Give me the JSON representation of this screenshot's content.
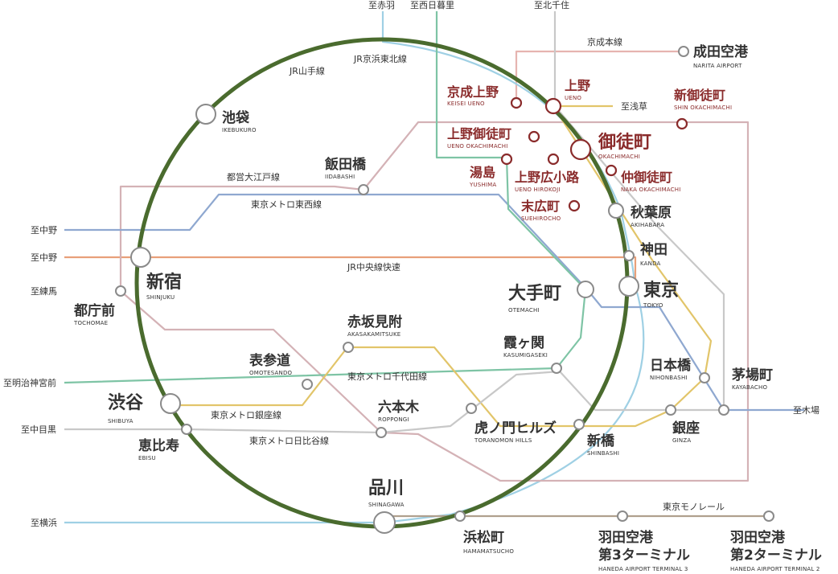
{
  "colors": {
    "yamanote": "#4a6b2e",
    "jr_keihin_tohoku": "#9fd0e4",
    "jr_chuo_rapid": "#e8a07a",
    "toei_oedo": "#d4b2b6",
    "tozai": "#8fa8d0",
    "chiyoda": "#7ec4a5",
    "ginza": "#e2c56a",
    "hibiya": "#c8c8c8",
    "monorail": "#b0a08e",
    "keisei": "#e6b4b0",
    "highlight": "#8a2b2b"
  },
  "lines": {
    "yamanote": "JR山手線",
    "keihin_tohoku": "JR京浜東北線",
    "chuo_rapid": "JR中央線快速",
    "oedo": "都営大江戸線",
    "tozai": "東京メトロ東西線",
    "chiyoda": "東京メトロ千代田線",
    "ginza": "東京メトロ銀座線",
    "hibiya": "東京メトロ日比谷線",
    "monorail": "東京モノレール",
    "keisei": "京成本線",
    "asakusa_dir": "至浅草"
  },
  "endpoints": {
    "akabane": "至赤羽",
    "nishinippori": "至西日暮里",
    "kitasenju": "至北千住",
    "nakano_tozai": "至中野",
    "nakano_chuo": "至中野",
    "nerima": "至練馬",
    "meijijingumae": "至明治神宮前",
    "nakameguro": "至中目黒",
    "yokohama": "至横浜",
    "kiba": "至木場"
  },
  "stations": {
    "ikebukuro": {
      "ja": "池袋",
      "en": "IKEBUKURO"
    },
    "iidabashi": {
      "ja": "飯田橋",
      "en": "IIDABASHI"
    },
    "shinjuku": {
      "ja": "新宿",
      "en": "SHINJUKU"
    },
    "tochomae": {
      "ja": "都庁前",
      "en": "TOCHOMAE"
    },
    "shibuya": {
      "ja": "渋谷",
      "en": "SHIBUYA"
    },
    "ebisu": {
      "ja": "恵比寿",
      "en": "EBISU"
    },
    "omotesando": {
      "ja": "表参道",
      "en": "OMOTESANDO"
    },
    "akasakamitsuke": {
      "ja": "赤坂見附",
      "en": "AKASAKAMITSUKE"
    },
    "roppongi": {
      "ja": "六本木",
      "en": "ROPPONGI"
    },
    "kasumigaseki": {
      "ja": "霞ヶ関",
      "en": "KASUMIGASEKI"
    },
    "toranomon_hills": {
      "ja": "虎ノ門ヒルズ",
      "en": "TORANOMON HILLS"
    },
    "shinbashi": {
      "ja": "新橋",
      "en": "SHINBASHI"
    },
    "ginza": {
      "ja": "銀座",
      "en": "GINZA"
    },
    "nihonbashi": {
      "ja": "日本橋",
      "en": "NIHONBASHI"
    },
    "kayabacho": {
      "ja": "茅場町",
      "en": "KAYABACHO"
    },
    "tokyo": {
      "ja": "東京",
      "en": "TOKYO"
    },
    "otemachi": {
      "ja": "大手町",
      "en": "OTEMACHI"
    },
    "kanda": {
      "ja": "神田",
      "en": "KANDA"
    },
    "akihabara": {
      "ja": "秋葉原",
      "en": "AKIHABARA"
    },
    "shinagawa": {
      "ja": "品川",
      "en": "SHINAGAWA"
    },
    "hamamatsucho": {
      "ja": "浜松町",
      "en": "HAMAMATSUCHO"
    },
    "haneda3_l1": "羽田空港",
    "haneda3_l2": "第3ターミナル",
    "haneda3_en": "HANEDA AIRPORT TERMINAL 3",
    "haneda2_l1": "羽田空港",
    "haneda2_l2": "第2ターミナル",
    "haneda2_en": "HANEDA AIRPORT TERMINAL 2",
    "narita": {
      "ja": "成田空港",
      "en": "NARITA AIRPORT"
    },
    "keisei_ueno": {
      "ja": "京成上野",
      "en": "KEISEI UENO"
    },
    "ueno": {
      "ja": "上野",
      "en": "UENO"
    },
    "ueno_okachimachi": {
      "ja": "上野御徒町",
      "en": "UENO OKACHIMACHI"
    },
    "yushima": {
      "ja": "湯島",
      "en": "YUSHIMA"
    },
    "ueno_hirokoji": {
      "ja": "上野広小路",
      "en": "UENO HIROKOJI"
    },
    "okachimachi": {
      "ja": "御徒町",
      "en": "OKACHIMACHI"
    },
    "naka_okachimachi": {
      "ja": "仲御徒町",
      "en": "NAKA OKACHIMACHI"
    },
    "shin_okachimachi": {
      "ja": "新御徒町",
      "en": "SHIN OKACHIMACHI"
    },
    "suehirocho": {
      "ja": "末広町",
      "en": "SUEHIROCHO"
    }
  }
}
